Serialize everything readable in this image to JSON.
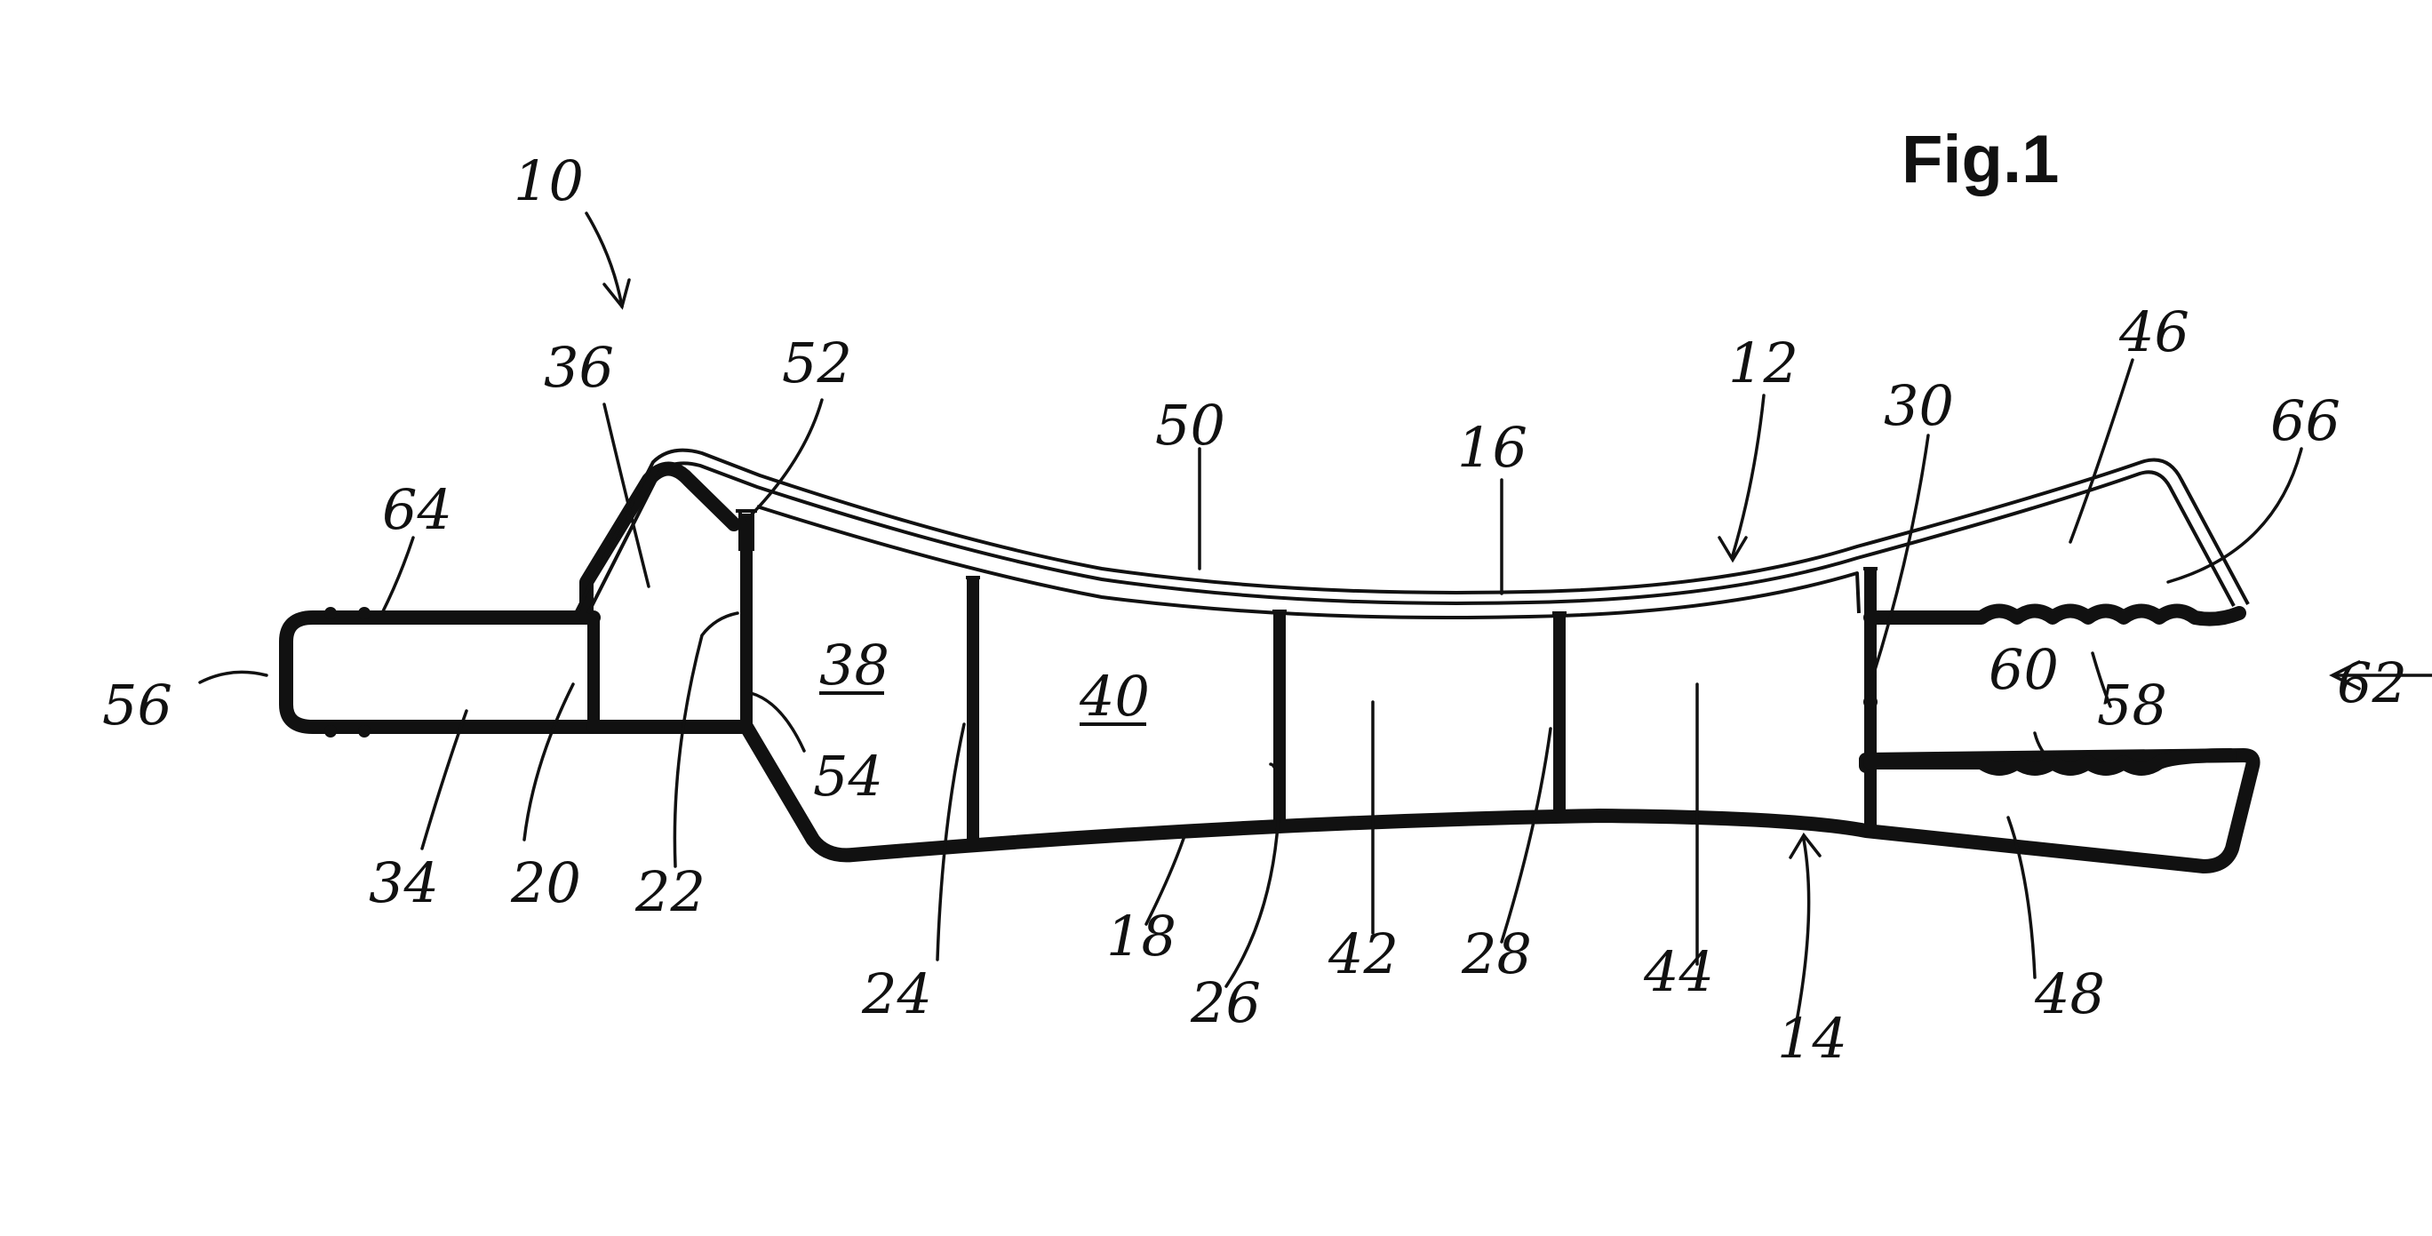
{
  "figure": {
    "title": "Fig.1",
    "labels": {
      "l10": "10",
      "l12": "12",
      "l14": "14",
      "l16": "16",
      "l18": "18",
      "l20": "20",
      "l22": "22",
      "l24": "24",
      "l26": "26",
      "l28": "28",
      "l30": "30",
      "l34": "34",
      "l36": "36",
      "l38": "38",
      "l40": "40",
      "l42": "42",
      "l44": "44",
      "l46": "46",
      "l48": "48",
      "l50": "50",
      "l52": "52",
      "l54": "54",
      "l56": "56",
      "l58": "58",
      "l60": "60",
      "l62": "62",
      "l64": "64",
      "l66": "66"
    }
  }
}
